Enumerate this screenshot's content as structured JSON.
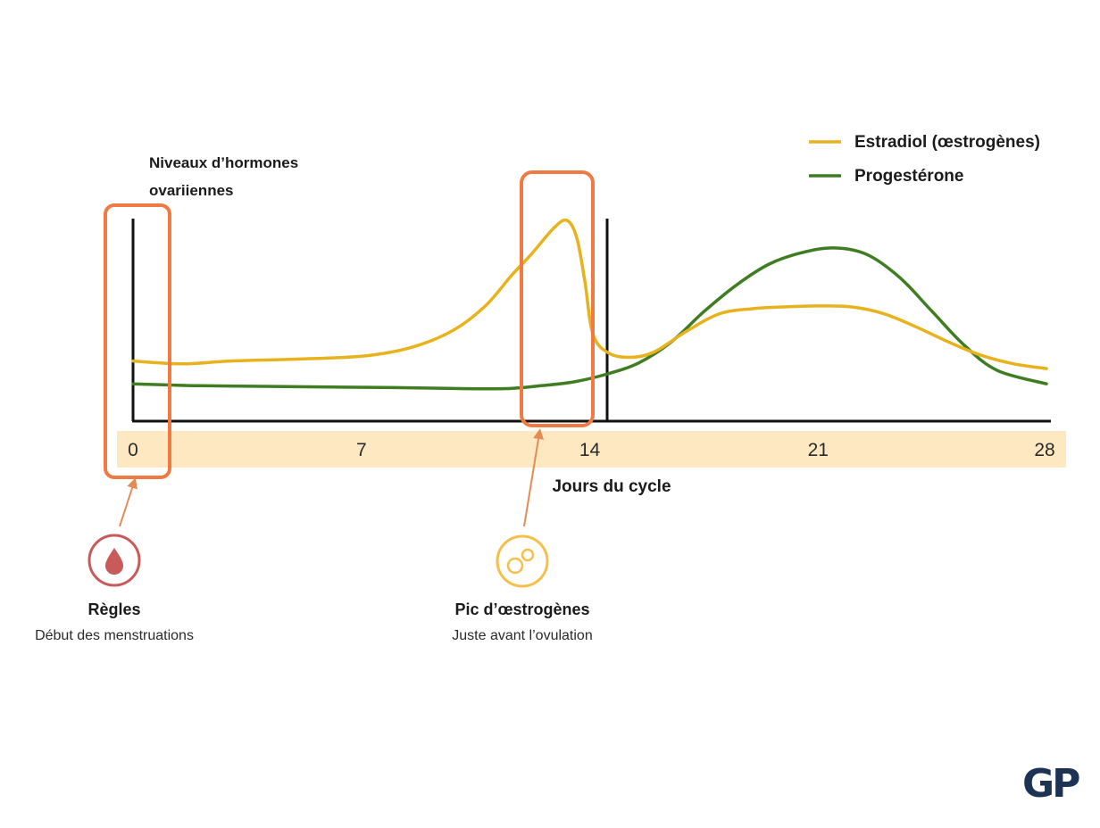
{
  "chart_data": {
    "type": "line",
    "title": "Niveaux d’hormones ovariiennes",
    "xlabel": "Jours du cycle",
    "ylabel": "",
    "x_ticks": [
      0,
      7,
      14,
      21,
      28
    ],
    "xlim": [
      0,
      28
    ],
    "ylim": [
      0,
      100
    ],
    "grid": false,
    "legend_position": "top-right",
    "series": [
      {
        "name": "Estradiol (œstrogènes)",
        "color": "#e8b21c",
        "x": [
          0,
          1.5,
          3,
          5,
          7,
          8.5,
          9.8,
          10.8,
          11.6,
          12.2,
          12.9,
          13.3,
          13.6,
          13.85,
          14.1,
          14.6,
          15.3,
          16,
          17,
          18,
          19,
          20,
          21,
          22,
          23,
          24,
          25,
          26,
          27,
          28
        ],
        "values": [
          26,
          24.5,
          26,
          27,
          28.5,
          33,
          42,
          55,
          71,
          82,
          96,
          100,
          91,
          68,
          40,
          30,
          28,
          31,
          42,
          51,
          53.5,
          54.5,
          55,
          54.5,
          51,
          44,
          36,
          29,
          24.5,
          22
        ]
      },
      {
        "name": "Progestérone",
        "color": "#3e7d22",
        "x": [
          0,
          2,
          5,
          8,
          10,
          11.5,
          12.5,
          13.5,
          14.5,
          15.5,
          16.5,
          17.5,
          18.5,
          19.5,
          20.5,
          21.5,
          22.5,
          23.5,
          24.5,
          25.5,
          26.5,
          28
        ],
        "values": [
          14,
          13,
          12.5,
          12,
          11.5,
          11.5,
          13,
          15,
          19,
          25,
          36,
          52,
          66,
          77,
          83,
          85.5,
          82,
          70,
          52,
          34,
          21,
          14
        ]
      }
    ],
    "annotations": [
      {
        "label": "Règles",
        "sublabel": "Début des menstruations",
        "icon": "blood-drop-icon",
        "color": "#c85a5a",
        "x_range": [
          0,
          2
        ]
      },
      {
        "label": "Pic d’œstrogènes",
        "sublabel": "Juste avant l’ovulation",
        "icon": "ovum-icon",
        "color": "#f5c04a",
        "x_range": [
          11.5,
          14
        ]
      }
    ],
    "colors": {
      "highlight_box": "#f07a42",
      "axis_band": "#fde8c2",
      "axis": "#111111",
      "arrow": "#e48b55"
    }
  },
  "logo": {
    "text": "GP"
  }
}
